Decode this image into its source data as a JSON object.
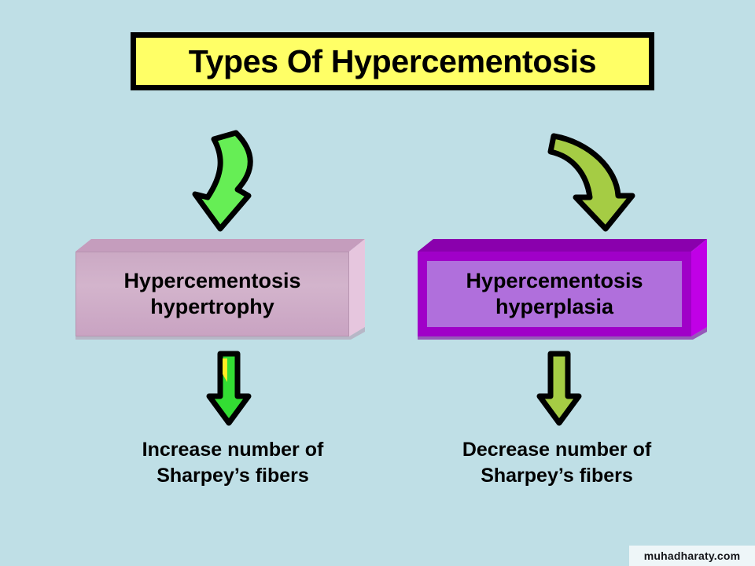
{
  "slide": {
    "background_color": "#bfdfe6",
    "title": {
      "text": "Types Of Hypercementosis",
      "fill_color": "#ffff66",
      "border_color": "#000000",
      "text_color": "#000000"
    },
    "branches": [
      {
        "id": "hypertrophy",
        "box_label": "Hypercementosis\nhypertrophy",
        "box_fill_color": "#cba9c4",
        "box_frame_color": "#b794b0",
        "arrow_top_name": "curved-arrow-down-left",
        "arrow_top_color": "#66ee55",
        "arrow_bottom_name": "arrow-down-left",
        "arrow_bottom_color": "#33dd33",
        "arrow_bottom_highlight_color": "#ffee22",
        "caption": "Increase number of\nSharpey’s fibers"
      },
      {
        "id": "hyperplasia",
        "box_label": "Hypercementosis\nhyperplasia",
        "box_fill_color": "#b06fdc",
        "box_frame_color": "#a000c8",
        "arrow_top_name": "curved-arrow-down-right",
        "arrow_top_color": "#a5cc44",
        "arrow_bottom_name": "arrow-down-right",
        "arrow_bottom_color": "#a5cc44",
        "caption": "Decrease number of\nSharpey’s fibers"
      }
    ],
    "watermark": {
      "text": "muhadharaty.com",
      "background_color": "#eef6f8",
      "text_color": "#15161a"
    }
  }
}
